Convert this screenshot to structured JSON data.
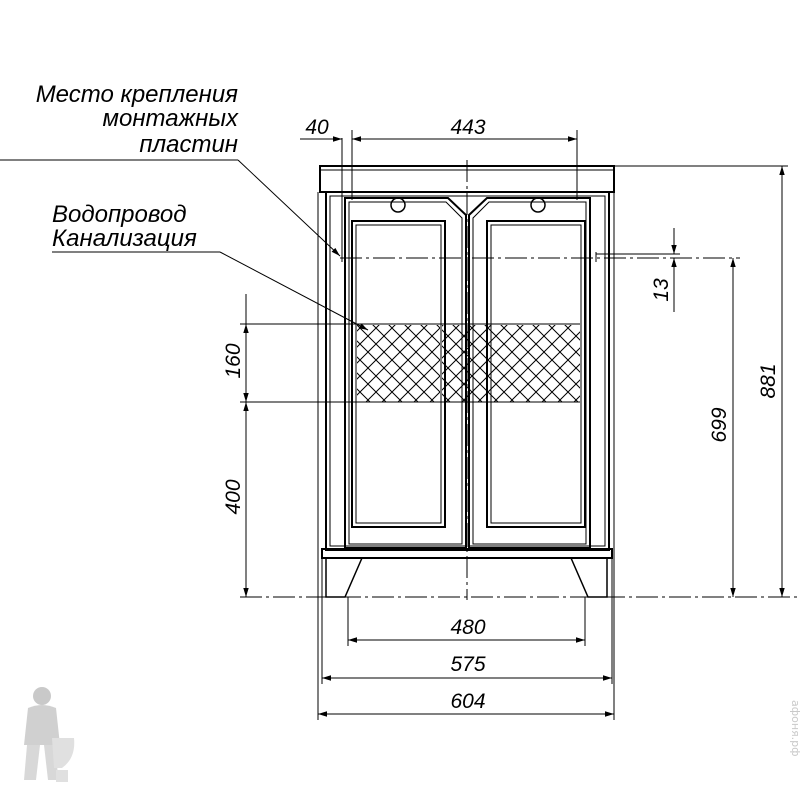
{
  "callouts": {
    "mounting_line1": "Место крепления",
    "mounting_line2": "монтажных",
    "mounting_line3": "пластин",
    "pipes_line1": "Водопровод",
    "pipes_line2": "Канализация"
  },
  "dimensions": {
    "mount_offset": "40",
    "top_span": "443",
    "mount_height": "13",
    "pipe_zone": "160",
    "pipe_height": "400",
    "mount_level": "699",
    "total_height": "881",
    "leg_span": "480",
    "body_width": "575",
    "top_width": "604"
  },
  "watermark": {
    "site": "aфоня.рф",
    "mascot": "plumber-mascot-logo"
  }
}
